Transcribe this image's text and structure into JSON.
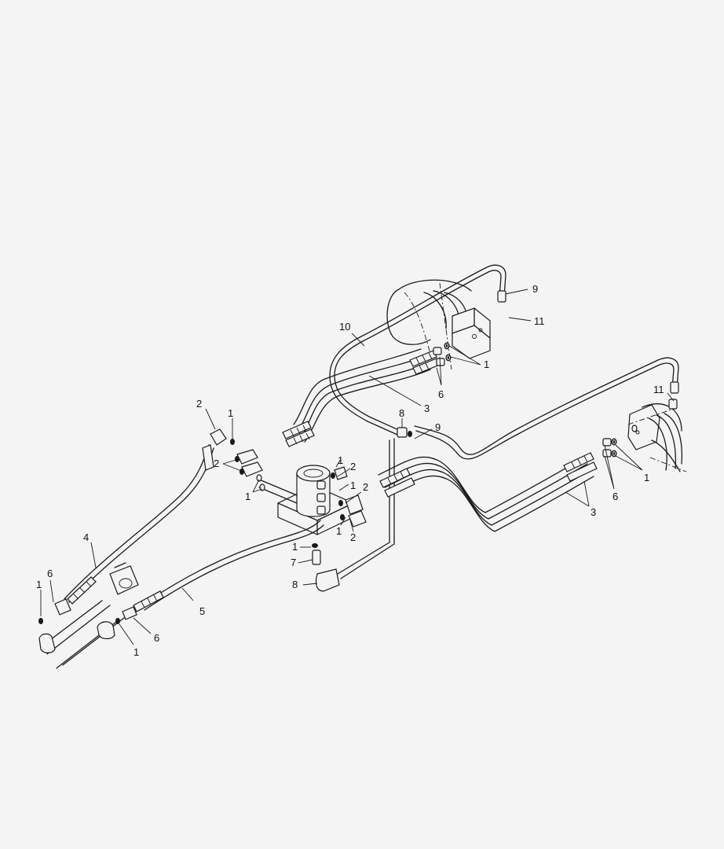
{
  "callouts": {
    "c1a": "1",
    "c1b": "1",
    "c1c": "1",
    "c1d": "1",
    "c1e": "1",
    "c1f": "1",
    "c1g": "1",
    "c1h": "1",
    "c1i": "1",
    "c1j": "1",
    "c2a": "2",
    "c2b": "2",
    "c2c": "2",
    "c2d": "2",
    "c2e": "2",
    "c3a": "3",
    "c3b": "3",
    "c4": "4",
    "c5": "5",
    "c6a": "6",
    "c6b": "6",
    "c6c": "6",
    "c6d": "6",
    "c7": "7",
    "c8a": "8",
    "c8b": "8",
    "c9a": "9",
    "c9b": "9",
    "c10": "10",
    "c11a": "11",
    "c11b": "11"
  },
  "colors": {
    "background": "#f4f4f4",
    "ink": "#1a1a1a"
  }
}
